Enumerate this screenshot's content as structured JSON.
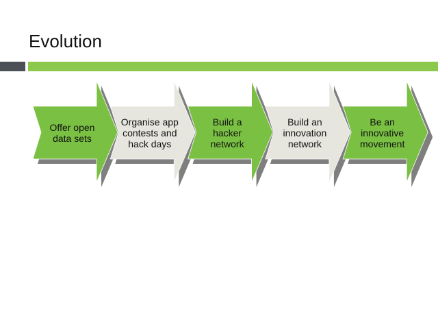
{
  "slide": {
    "title": "Evolution",
    "colors": {
      "accent_green": "#8cc84b",
      "accent_dark": "#4a5056",
      "arrow_green": "#7ac143",
      "arrow_grey": "#e6e6de",
      "shadow": "#7f7f7f"
    }
  },
  "process": {
    "steps": [
      {
        "label": "Offer open\ndata sets",
        "style": "green"
      },
      {
        "label": "Organise app\ncontests and\nhack days",
        "style": "grey"
      },
      {
        "label": "Build a\nhacker\nnetwork",
        "style": "green"
      },
      {
        "label": "Build an\ninnovation\nnetwork",
        "style": "grey"
      },
      {
        "label": "Be an\ninnovative\nmovement",
        "style": "green"
      }
    ]
  }
}
